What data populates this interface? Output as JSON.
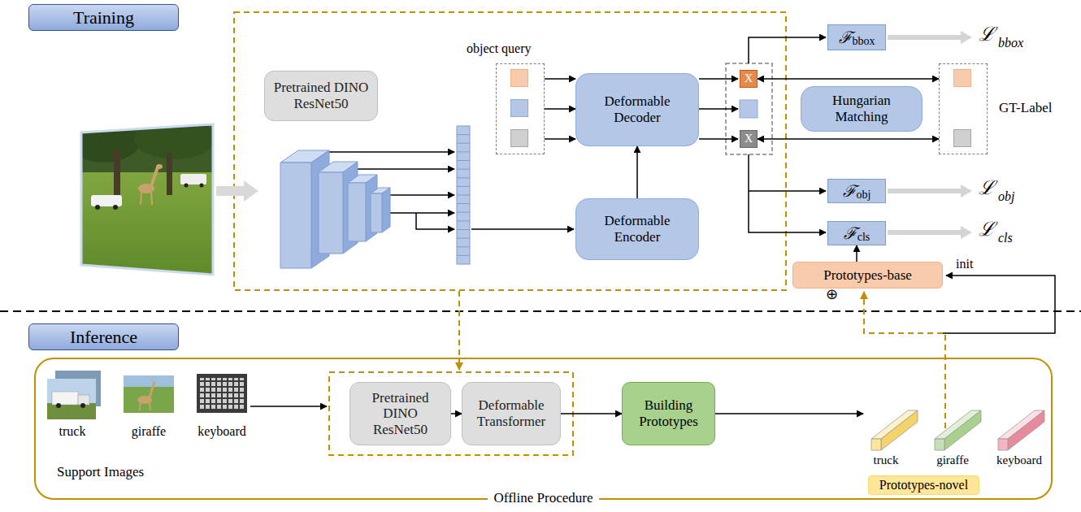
{
  "diagram": {
    "nodes": [
      {
        "text": [
          "Training"
        ]
      },
      {
        "text": [
          "Pretrained DINO ResNet50"
        ]
      },
      {
        "text": [
          "object query"
        ]
      },
      {
        "text": [
          "Deformable Decoder"
        ]
      },
      {
        "text": [
          "Deformable Encoder"
        ]
      },
      {
        "text": [
          "X"
        ]
      },
      {
        "text": [
          "X"
        ]
      },
      {
        "text": [
          "Hungarian Matching"
        ]
      },
      {
        "text": [
          "GT-Label"
        ]
      },
      {
        "text": [
          "ℱ",
          "bbox"
        ]
      },
      {
        "text": [
          "ℱ",
          "obj"
        ]
      },
      {
        "text": [
          "ℱ",
          "cls"
        ]
      },
      {
        "text": [
          "Prototypes-base"
        ]
      },
      {
        "text": [
          "Inference"
        ]
      },
      {
        "text": [
          "Offline Procedure"
        ]
      },
      {
        "text": [
          "Pretrained DINO ResNet50"
        ],
        "in": 14
      },
      {
        "text": [
          "Deformable Transformer"
        ],
        "in": 14
      },
      {
        "text": [
          "Building Prototypes"
        ],
        "in": 14
      },
      {
        "text": [
          "Prototypes-novel"
        ],
        "in": 14
      }
    ],
    "edges": [
      {
        "from": 2,
        "to": 3,
        "arrow": "to"
      },
      {
        "from": 2,
        "to": 3,
        "arrow": "to"
      },
      {
        "from": 2,
        "to": 3,
        "arrow": "to"
      },
      {
        "from": 4,
        "to": 3,
        "arrow": "to"
      },
      {
        "from": 12,
        "to": 11,
        "arrow": "to"
      },
      {
        "from": 15,
        "to": 16,
        "arrow": "to"
      },
      {
        "from": 16,
        "to": 17,
        "arrow": "to"
      },
      {
        "from": 5,
        "to": 8,
        "arrow": "both"
      },
      {
        "from": 6,
        "to": 8,
        "arrow": "both"
      }
    ],
    "labels": [
      "ℒ",
      "bbox",
      "ℒ",
      "obj",
      "ℒ",
      "cls",
      "init",
      "⊕",
      "truck",
      "giraffe",
      "keyboard",
      "Support Images",
      "truck",
      "giraffe",
      "keyboard"
    ]
  }
}
